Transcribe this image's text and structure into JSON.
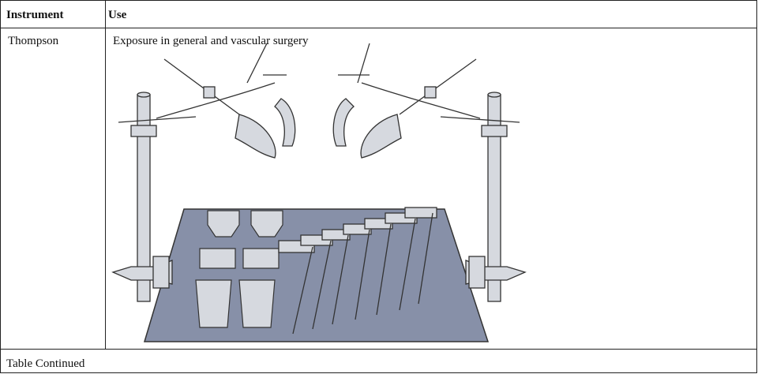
{
  "table": {
    "headers": {
      "instrument": "Instrument",
      "use": "Use"
    },
    "rows": [
      {
        "instrument": "Thompson",
        "use": "Exposure in general and vascular surgery"
      }
    ],
    "footer": "Table Continued"
  },
  "figure": {
    "subject": "Thompson retractor illustration",
    "colors": {
      "tray": "#8790a8",
      "metal": "#d6d9df",
      "outline": "#333333"
    }
  }
}
